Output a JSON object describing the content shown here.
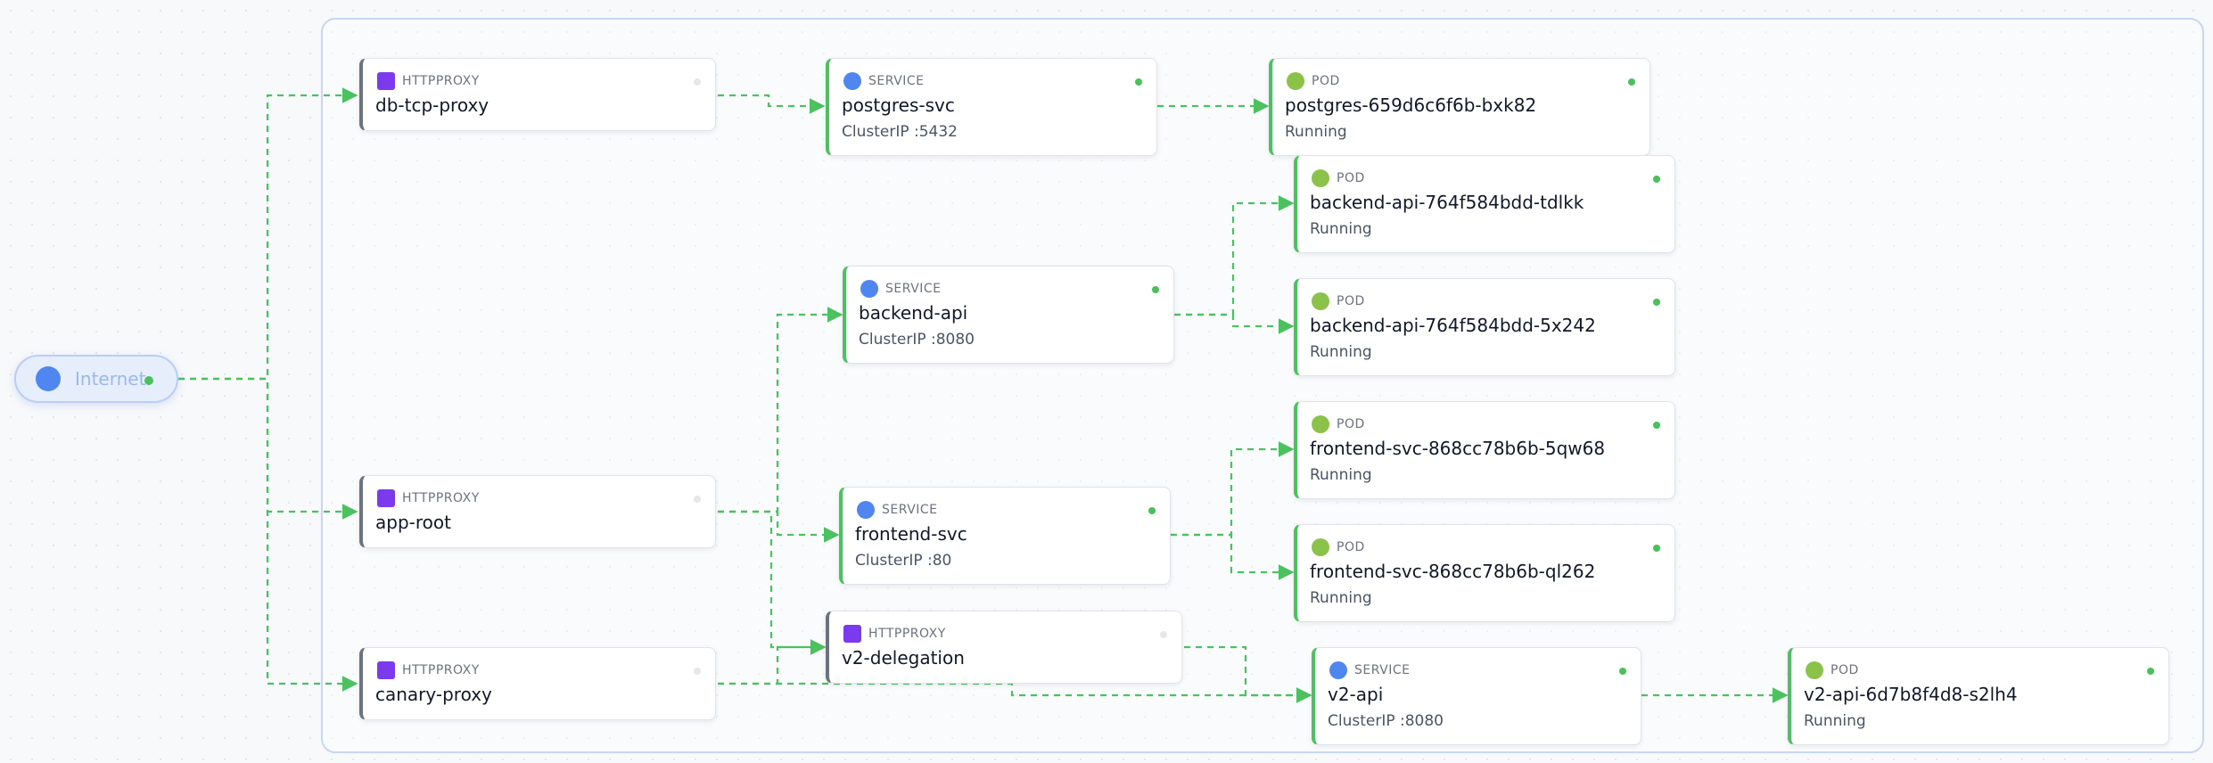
{
  "colors": {
    "edge": "#4cc15f",
    "proxy_badge": "#7c3aed",
    "service_badge": "#4f86f0",
    "pod_badge": "#8bc34a",
    "running_dot": "#49c15a"
  },
  "internet": {
    "label": "Internet",
    "icon": "globe-icon"
  },
  "nodes": {
    "db_tcp_proxy": {
      "kind": "HTTPPROXY",
      "title": "db-tcp-proxy"
    },
    "app_root": {
      "kind": "HTTPPROXY",
      "title": "app-root"
    },
    "canary_proxy": {
      "kind": "HTTPPROXY",
      "title": "canary-proxy"
    },
    "v2_delegation": {
      "kind": "HTTPPROXY",
      "title": "v2-delegation"
    },
    "postgres_svc": {
      "kind": "SERVICE",
      "title": "postgres-svc",
      "sub": "ClusterIP :5432"
    },
    "backend_api": {
      "kind": "SERVICE",
      "title": "backend-api",
      "sub": "ClusterIP :8080"
    },
    "frontend_svc": {
      "kind": "SERVICE",
      "title": "frontend-svc",
      "sub": "ClusterIP :80"
    },
    "v2_api": {
      "kind": "SERVICE",
      "title": "v2-api",
      "sub": "ClusterIP :8080"
    },
    "pod_postgres": {
      "kind": "POD",
      "title": "postgres-659d6c6f6b-bxk82",
      "sub": "Running"
    },
    "pod_backend_1": {
      "kind": "POD",
      "title": "backend-api-764f584bdd-tdlkk",
      "sub": "Running"
    },
    "pod_backend_2": {
      "kind": "POD",
      "title": "backend-api-764f584bdd-5x242",
      "sub": "Running"
    },
    "pod_frontend_1": {
      "kind": "POD",
      "title": "frontend-svc-868cc78b6b-5qw68",
      "sub": "Running"
    },
    "pod_frontend_2": {
      "kind": "POD",
      "title": "frontend-svc-868cc78b6b-ql262",
      "sub": "Running"
    },
    "pod_v2_api": {
      "kind": "POD",
      "title": "v2-api-6d7b8f4d8-s2lh4",
      "sub": "Running"
    }
  }
}
